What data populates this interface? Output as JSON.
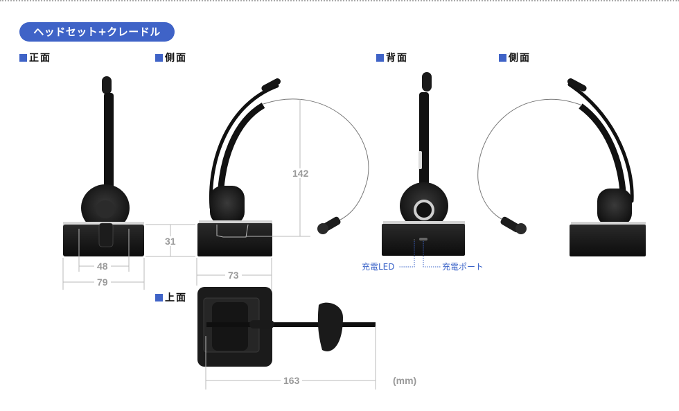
{
  "header": {
    "badge": "ヘッドセット+クレードル"
  },
  "views": {
    "front": "正面",
    "side_left": "側面",
    "back": "背面",
    "side_right": "側面",
    "top": "上面"
  },
  "dimensions": {
    "front_inner_width": "48",
    "front_outer_width": "79",
    "cradle_height": "31",
    "headset_height": "142",
    "side_depth": "73",
    "top_length": "163",
    "unit": "(mm)"
  },
  "callouts": {
    "charge_led": "充電LED",
    "charge_port": "充電ポート"
  },
  "colors": {
    "accent": "#3f63c7",
    "dimension": "#9a9a9a",
    "callout": "#3a63c8"
  }
}
